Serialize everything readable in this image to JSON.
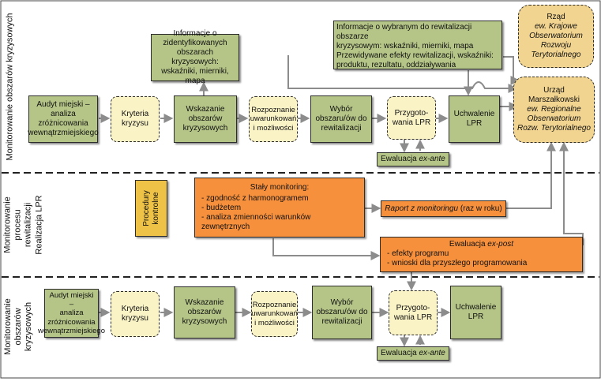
{
  "sections": {
    "top": "Monitorowanie obszarów kryzysowych",
    "middle": [
      "Monitorowanie",
      "procesu",
      "rewitalizacji",
      "Realizacja LPR"
    ],
    "bottom": [
      "Monitorowanie",
      "obszarów",
      "kryzysowych"
    ]
  },
  "nodes": {
    "info_zid": [
      "Informacje o",
      "zidentyfikowanych obszarach",
      "kryzysowych:",
      "wskaźniki, mierniki, mapa"
    ],
    "info_wyb": [
      "Informacje o wybranym do rewitalizacji obszarze",
      "kryzysowym: wskaźniki, mierniki, mapa",
      "Przewidywane efekty  rewitalizacji, wskaźniki:",
      "produktu, rezultatu, oddziaływania"
    ],
    "rzad": [
      "Rząd",
      "ew. Krajowe",
      "Obserwatorium",
      "Rozwoju",
      "Terytorialnego"
    ],
    "urzad": [
      "Urząd",
      "Marszałkowski",
      "ew. Regionalne",
      "Obserwatorium",
      "Rozw. Terytorialnego"
    ],
    "audyt": [
      "Audyt miejski –",
      "analiza",
      "zróżnicowania",
      "wewnątrzmiejskiego"
    ],
    "kryteria": [
      "Kryteria",
      "kryzysu"
    ],
    "wskazanie": [
      "Wskazanie",
      "obszarów",
      "kryzysowych"
    ],
    "rozpoznanie": [
      "Rozpoznanie",
      "uwarunkowań",
      "i możliwości"
    ],
    "wybor": [
      "Wybór",
      "obszaru/ów do",
      "rewitalizacji"
    ],
    "przygotowanie": [
      "Przygoto-",
      "wania LPR"
    ],
    "uchwalenie": "Uchwalenie LPR",
    "ewaluacja_prefix": "Ewaluacja ",
    "ewaluacja_italic": "ex-ante",
    "procedury": [
      "Procedury",
      "kontrolne"
    ],
    "staly": {
      "title": "Stały monitoring:",
      "items": [
        "- zgodność z harmonogramem",
        "- budżetem",
        "- analiza zmienności warunków zewnętrznych"
      ]
    },
    "raport": {
      "italic": "Raport z monitoringu",
      "rest": " (raz w roku)"
    },
    "ewal_post": {
      "prefix": "Ewaluacja ",
      "italic": "ex-post",
      "items": [
        "- efekty programu",
        "- wnioski dla przyszłego programowania"
      ]
    }
  },
  "colors": {
    "green": "#b5c587",
    "cream": "#faf3c6",
    "orange": "#f7903c",
    "yellow": "#eec246",
    "gold": "#f1d490",
    "arrow": "#8c8c8c"
  }
}
